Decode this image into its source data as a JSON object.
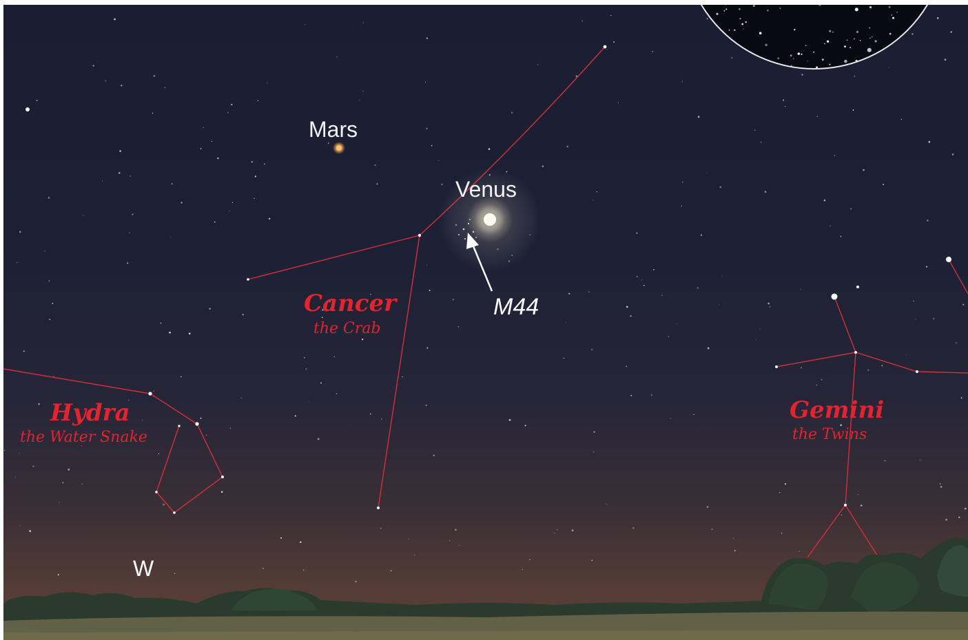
{
  "planets": {
    "mars": "Mars",
    "venus": "Venus"
  },
  "objects": {
    "m44": "M44"
  },
  "constellations": {
    "cancer": {
      "name": "Cancer",
      "subtitle": "the Crab"
    },
    "hydra": {
      "name": "Hydra",
      "subtitle": "the Water Snake"
    },
    "gemini": {
      "name": "Gemini",
      "subtitle": "the Twins"
    }
  },
  "directions": {
    "west": "W"
  },
  "colors": {
    "sky_top": "#1b1e33",
    "horizon_glow": "#5a4438",
    "constellation_lines": "#d3303a",
    "labels_constellation": "#e3232d",
    "labels_planet": "#f4f4f4",
    "mars_color": "#f0a44a",
    "venus_color": "#fffbe8"
  }
}
